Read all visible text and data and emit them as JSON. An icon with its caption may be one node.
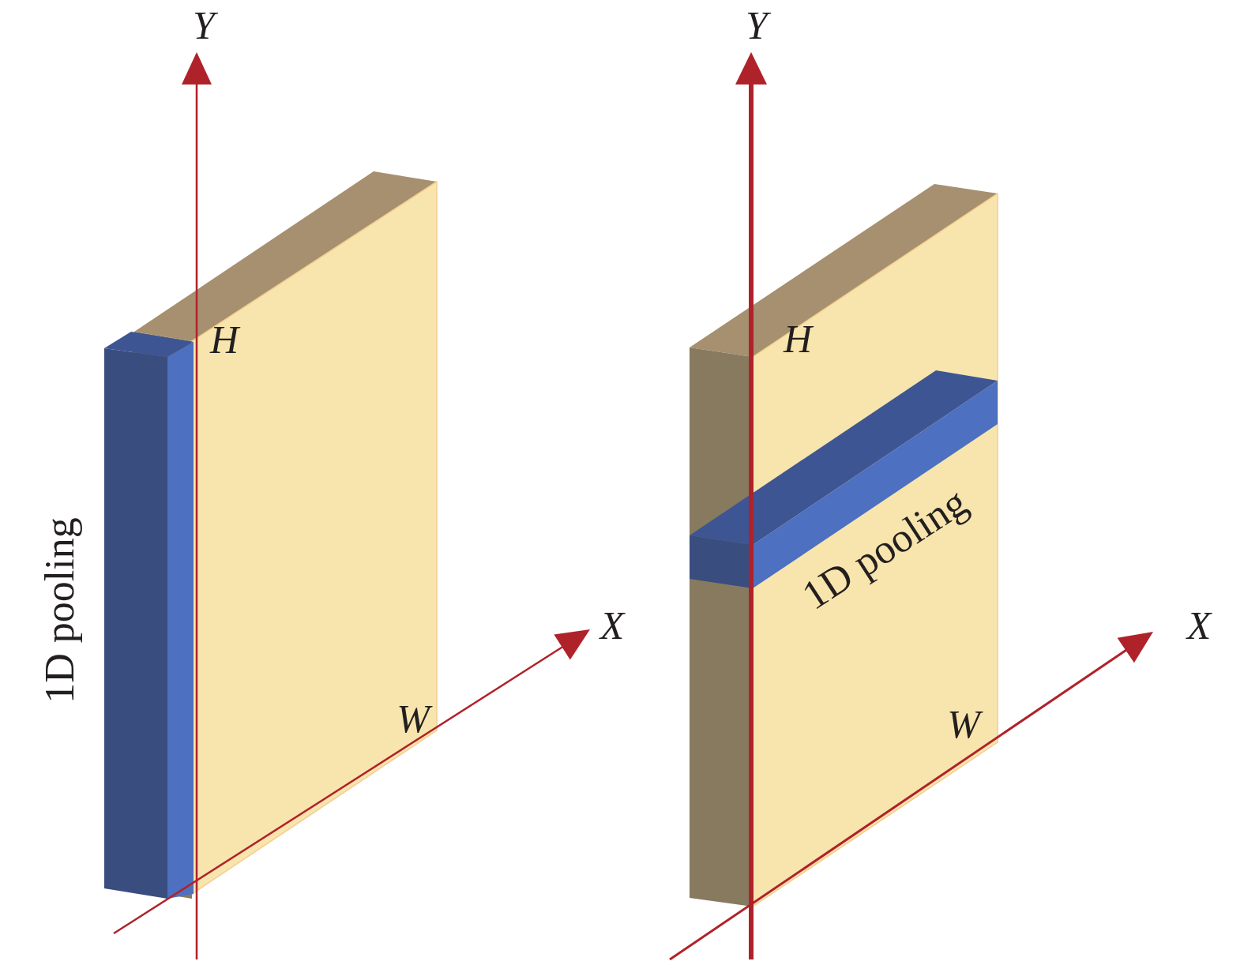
{
  "diagram": {
    "labels": [
      "Y",
      "H",
      "1D pooling",
      "X",
      "W",
      "Y",
      "H",
      "1D pooling",
      "X",
      "W"
    ]
  }
}
